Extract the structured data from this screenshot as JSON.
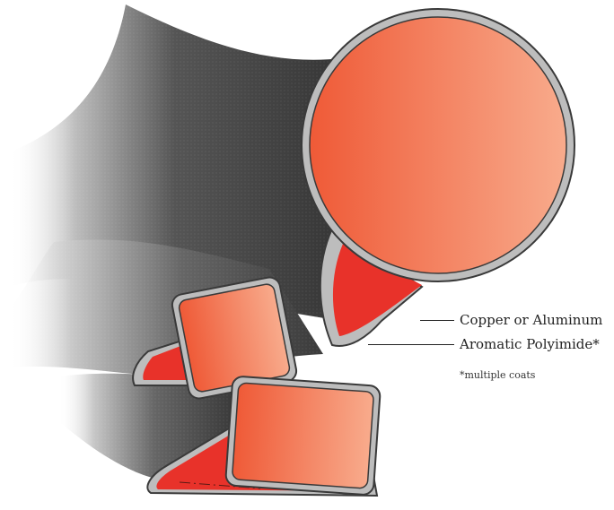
{
  "labels": {
    "conductor": "Copper or Aluminum",
    "insulation": "Aromatic Polyimide*",
    "footnote": "*multiple coats"
  },
  "colors": {
    "conductor_light": "#f8a98a",
    "conductor_dark": "#ef5a37",
    "wedge_red": "#e8322a",
    "insulation_gray": "#bdbdbd",
    "outline": "#3a3a3a",
    "tape_dark": "#2f2f2f"
  }
}
